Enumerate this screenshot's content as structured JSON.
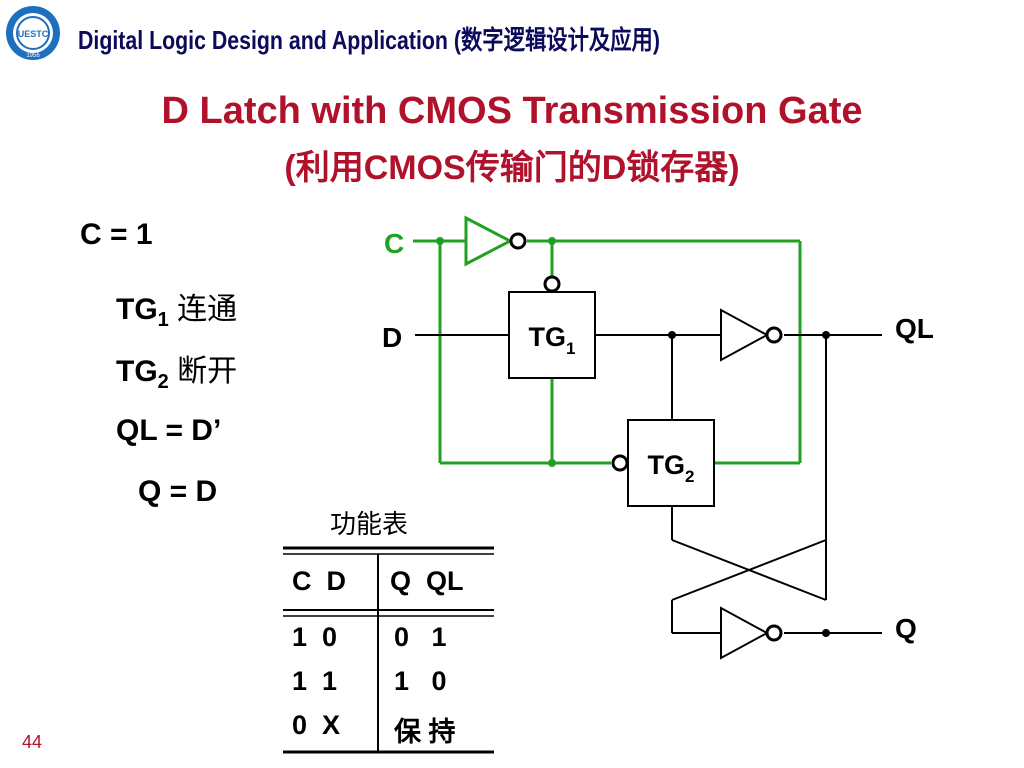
{
  "header": {
    "title": "Digital Logic Design and Application (数字逻辑设计及应用)"
  },
  "logo": {
    "text": "UESTC",
    "year": "1956"
  },
  "slide": {
    "title_line1": "D Latch with CMOS Transmission Gate",
    "title_line2": "(利用CMOS传输门的D锁存器)",
    "page_number": "44"
  },
  "left_text": {
    "condition": "C = 1",
    "tg1_prefix": "TG",
    "tg1_sub": "1",
    "tg1_state": " 连通",
    "tg2_prefix": "TG",
    "tg2_sub": "2",
    "tg2_state": " 断开",
    "ql_eq": "QL = D’",
    "q_eq": "Q = D"
  },
  "circuit": {
    "labels": {
      "c": "C",
      "d": "D",
      "ql": "QL",
      "q": "Q"
    },
    "tg1": {
      "prefix": "TG",
      "sub": "1"
    },
    "tg2": {
      "prefix": "TG",
      "sub": "2"
    },
    "colors": {
      "control_wire": "#22a022",
      "signal_wire": "#000000"
    }
  },
  "function_table": {
    "caption": "功能表",
    "headers": {
      "inputs": "C  D",
      "outputs": "Q  QL"
    },
    "rows": [
      {
        "inputs": "1  0",
        "outputs": "0   1"
      },
      {
        "inputs": "1  1",
        "outputs": "1   0"
      },
      {
        "inputs": "0  X",
        "outputs": "保 持"
      }
    ]
  }
}
